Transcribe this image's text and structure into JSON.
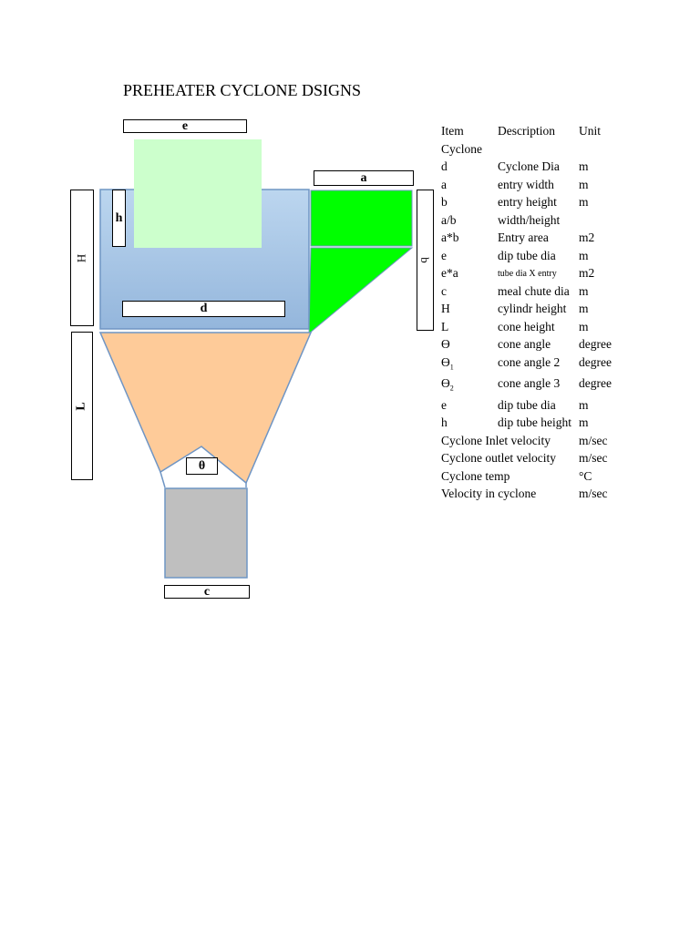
{
  "title": "PREHEATER CYCLONE DSIGNS",
  "diagram": {
    "labels": {
      "e": "e",
      "a": "a",
      "h": "h",
      "b": "b",
      "H": "H",
      "d": "d",
      "L": "L",
      "theta": "θ",
      "c": "c"
    },
    "colors": {
      "cylinder_top": "#bcd6ef",
      "cylinder_bottom": "#94b6dc",
      "cylinder_stroke": "#6f95c4",
      "dip_tube": "#ccffcc",
      "inlet": "#00ff00",
      "cone": "#fecb99",
      "chute": "#bfbfbf"
    }
  },
  "table": {
    "headers": {
      "item": "Item",
      "description": "Description",
      "unit": "Unit"
    },
    "section": "Cyclone",
    "rows": [
      {
        "item": "d",
        "description": "Cyclone Dia",
        "unit": "m"
      },
      {
        "item": "a",
        "description": "entry width",
        "unit": "m"
      },
      {
        "item": "b",
        "description": "entry height",
        "unit": "m"
      },
      {
        "item": "a/b",
        "description": "width/height",
        "unit": ""
      },
      {
        "item": "a*b",
        "description": "Entry area",
        "unit": "m2"
      },
      {
        "item": "e",
        "description": "dip tube dia",
        "unit": "m"
      },
      {
        "item": "e*a",
        "description": "tube dia X entry",
        "unit": "m2"
      },
      {
        "item": "c",
        "description": "meal chute dia",
        "unit": "m"
      },
      {
        "item": "H",
        "description": "cylindr height",
        "unit": "m"
      },
      {
        "item": "L",
        "description": "cone height",
        "unit": "m"
      },
      {
        "item": "Ɵ",
        "description": "cone angle",
        "unit": "degree"
      },
      {
        "item": "Ɵ",
        "sub": "1",
        "description": "cone angle 2",
        "unit": "degree"
      },
      {
        "item": "Ɵ",
        "sub": "2",
        "description": "cone angle 3",
        "unit": "degree"
      },
      {
        "item": "e",
        "description": "dip tube dia",
        "unit": "m"
      },
      {
        "item": "h",
        "description": "dip tube height",
        "unit": "m"
      },
      {
        "item": "Cyclone Inlet velocity",
        "description": "",
        "unit": "m/sec"
      },
      {
        "item": "Cyclone outlet velocity",
        "description": "",
        "unit": "m/sec"
      },
      {
        "item": "Cyclone temp",
        "description": "",
        "unit": "°C"
      },
      {
        "item": "Velocity in cyclone",
        "description": "",
        "unit": "m/sec"
      }
    ]
  }
}
